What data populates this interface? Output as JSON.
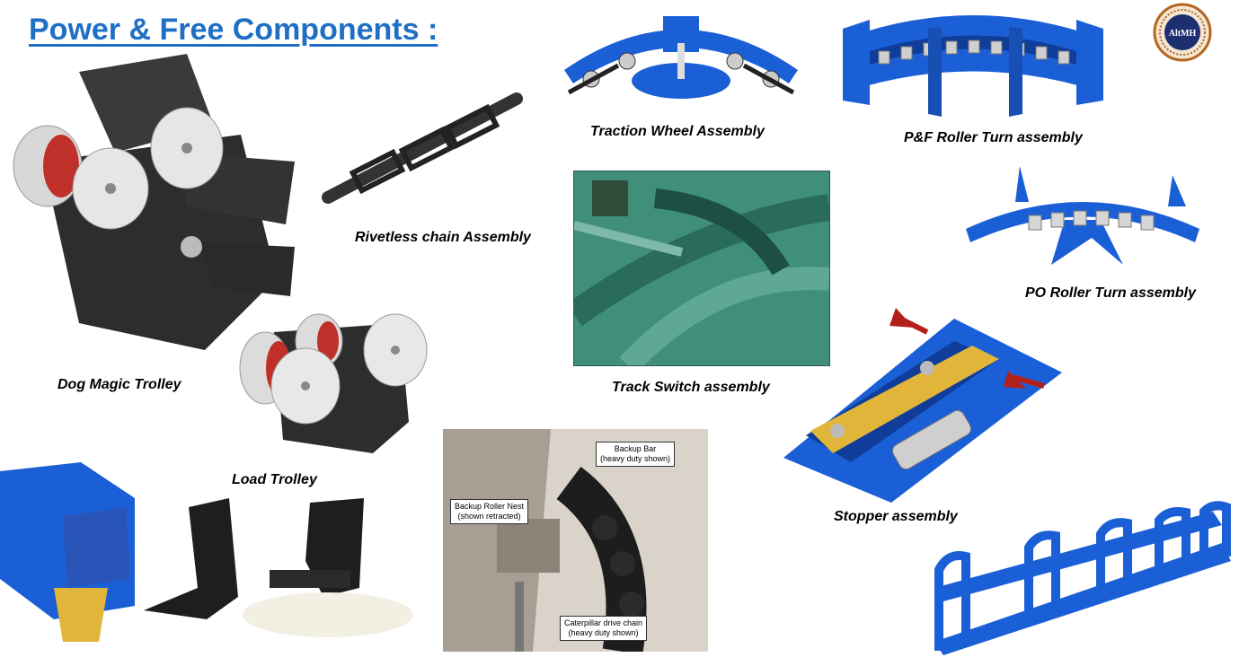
{
  "title": "Power & Free Components :",
  "logo_text": "AltMH",
  "captions": {
    "dog_magic_trolley": "Dog Magic Trolley",
    "rivetless_chain": "Rivetless chain Assembly",
    "traction_wheel": "Traction Wheel Assembly",
    "pf_roller_turn": "P&F Roller Turn assembly",
    "po_roller_turn": "PO Roller Turn assembly",
    "track_switch": "Track Switch assembly",
    "load_trolley": "Load Trolley",
    "stopper": "Stopper assembly"
  },
  "photo_callouts": {
    "backup_bar": "Backup Bar\n(heavy duty shown)",
    "backup_roller_nest": "Backup Roller Nest\n(shown retracted)",
    "caterpillar_chain": "Caterpillar drive chain\n(heavy duty shown)"
  },
  "colors": {
    "title": "#1f6fc5",
    "part_blue": "#1b5fd6",
    "part_dark": "#2a2a2a",
    "accent_red": "#c0302a",
    "accent_yellow": "#e0b53a",
    "switch_green": "#3f8f7a",
    "logo_ring": "#b5651d",
    "logo_center": "#1c2f6e"
  }
}
